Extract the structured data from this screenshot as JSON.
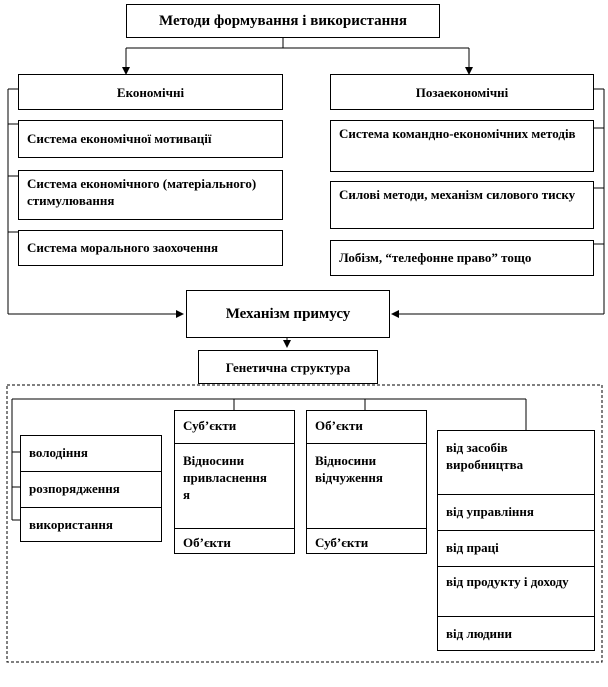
{
  "title": "Методи формування і використання",
  "economic": {
    "header": "Економічні",
    "items": [
      "Система економічної мотивації",
      "Система економічного (матеріального) стимулювання",
      "Система морального заохочення"
    ]
  },
  "non_economic": {
    "header": "Позаекономічні",
    "items": [
      "Система командно-економічних методів",
      "Силові методи, механізм силового тиску",
      "Лобізм, “телефонне право” тощо"
    ]
  },
  "coercion": "Механізм примусу",
  "genetic_structure": "Генетична структура",
  "ownership": [
    "володіння",
    "розпорядження",
    "використання"
  ],
  "appropriation": {
    "top": "Суб’єкти",
    "middle": "Відносини привласнення я",
    "bottom": "Об’єкти"
  },
  "alienation": {
    "top": "Об’єкти",
    "middle": "Відносини відчуження",
    "bottom": "Суб’єкти"
  },
  "alienation_from": [
    "від засобів виробництва",
    "від управління",
    "від праці",
    "від продукту і доходу",
    "від людини"
  ]
}
